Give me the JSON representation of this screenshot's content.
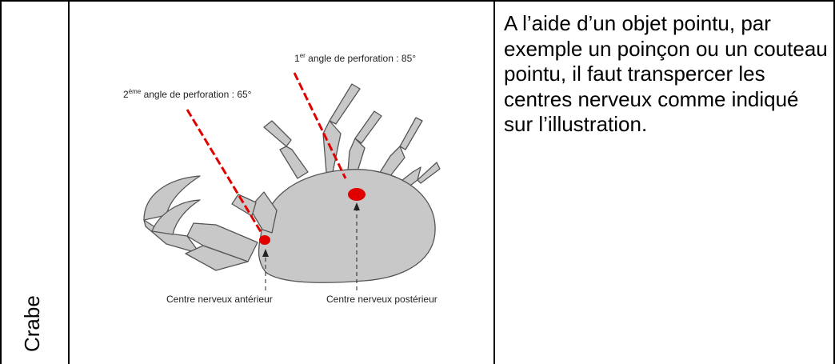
{
  "row": {
    "species": "Crabe",
    "description": "A l’aide d’un objet pointu, par exemple un poinçon ou un couteau pointu, il faut transpercer les centres nerveux comme indiqué sur l’illustration."
  },
  "figure": {
    "angle1": {
      "ordinal_num": "1",
      "ordinal_sup": "er",
      "text": " angle de perforation : 85°"
    },
    "angle2": {
      "ordinal_num": "2",
      "ordinal_sup": "ème",
      "text": " angle de perforation : 65°"
    },
    "anterior_label": "Centre nerveux antérieur",
    "posterior_label": "Centre nerveux postérieur",
    "colors": {
      "marker": "#e00000",
      "body_fill": "#c8c8c8",
      "body_stroke": "#555555"
    }
  }
}
